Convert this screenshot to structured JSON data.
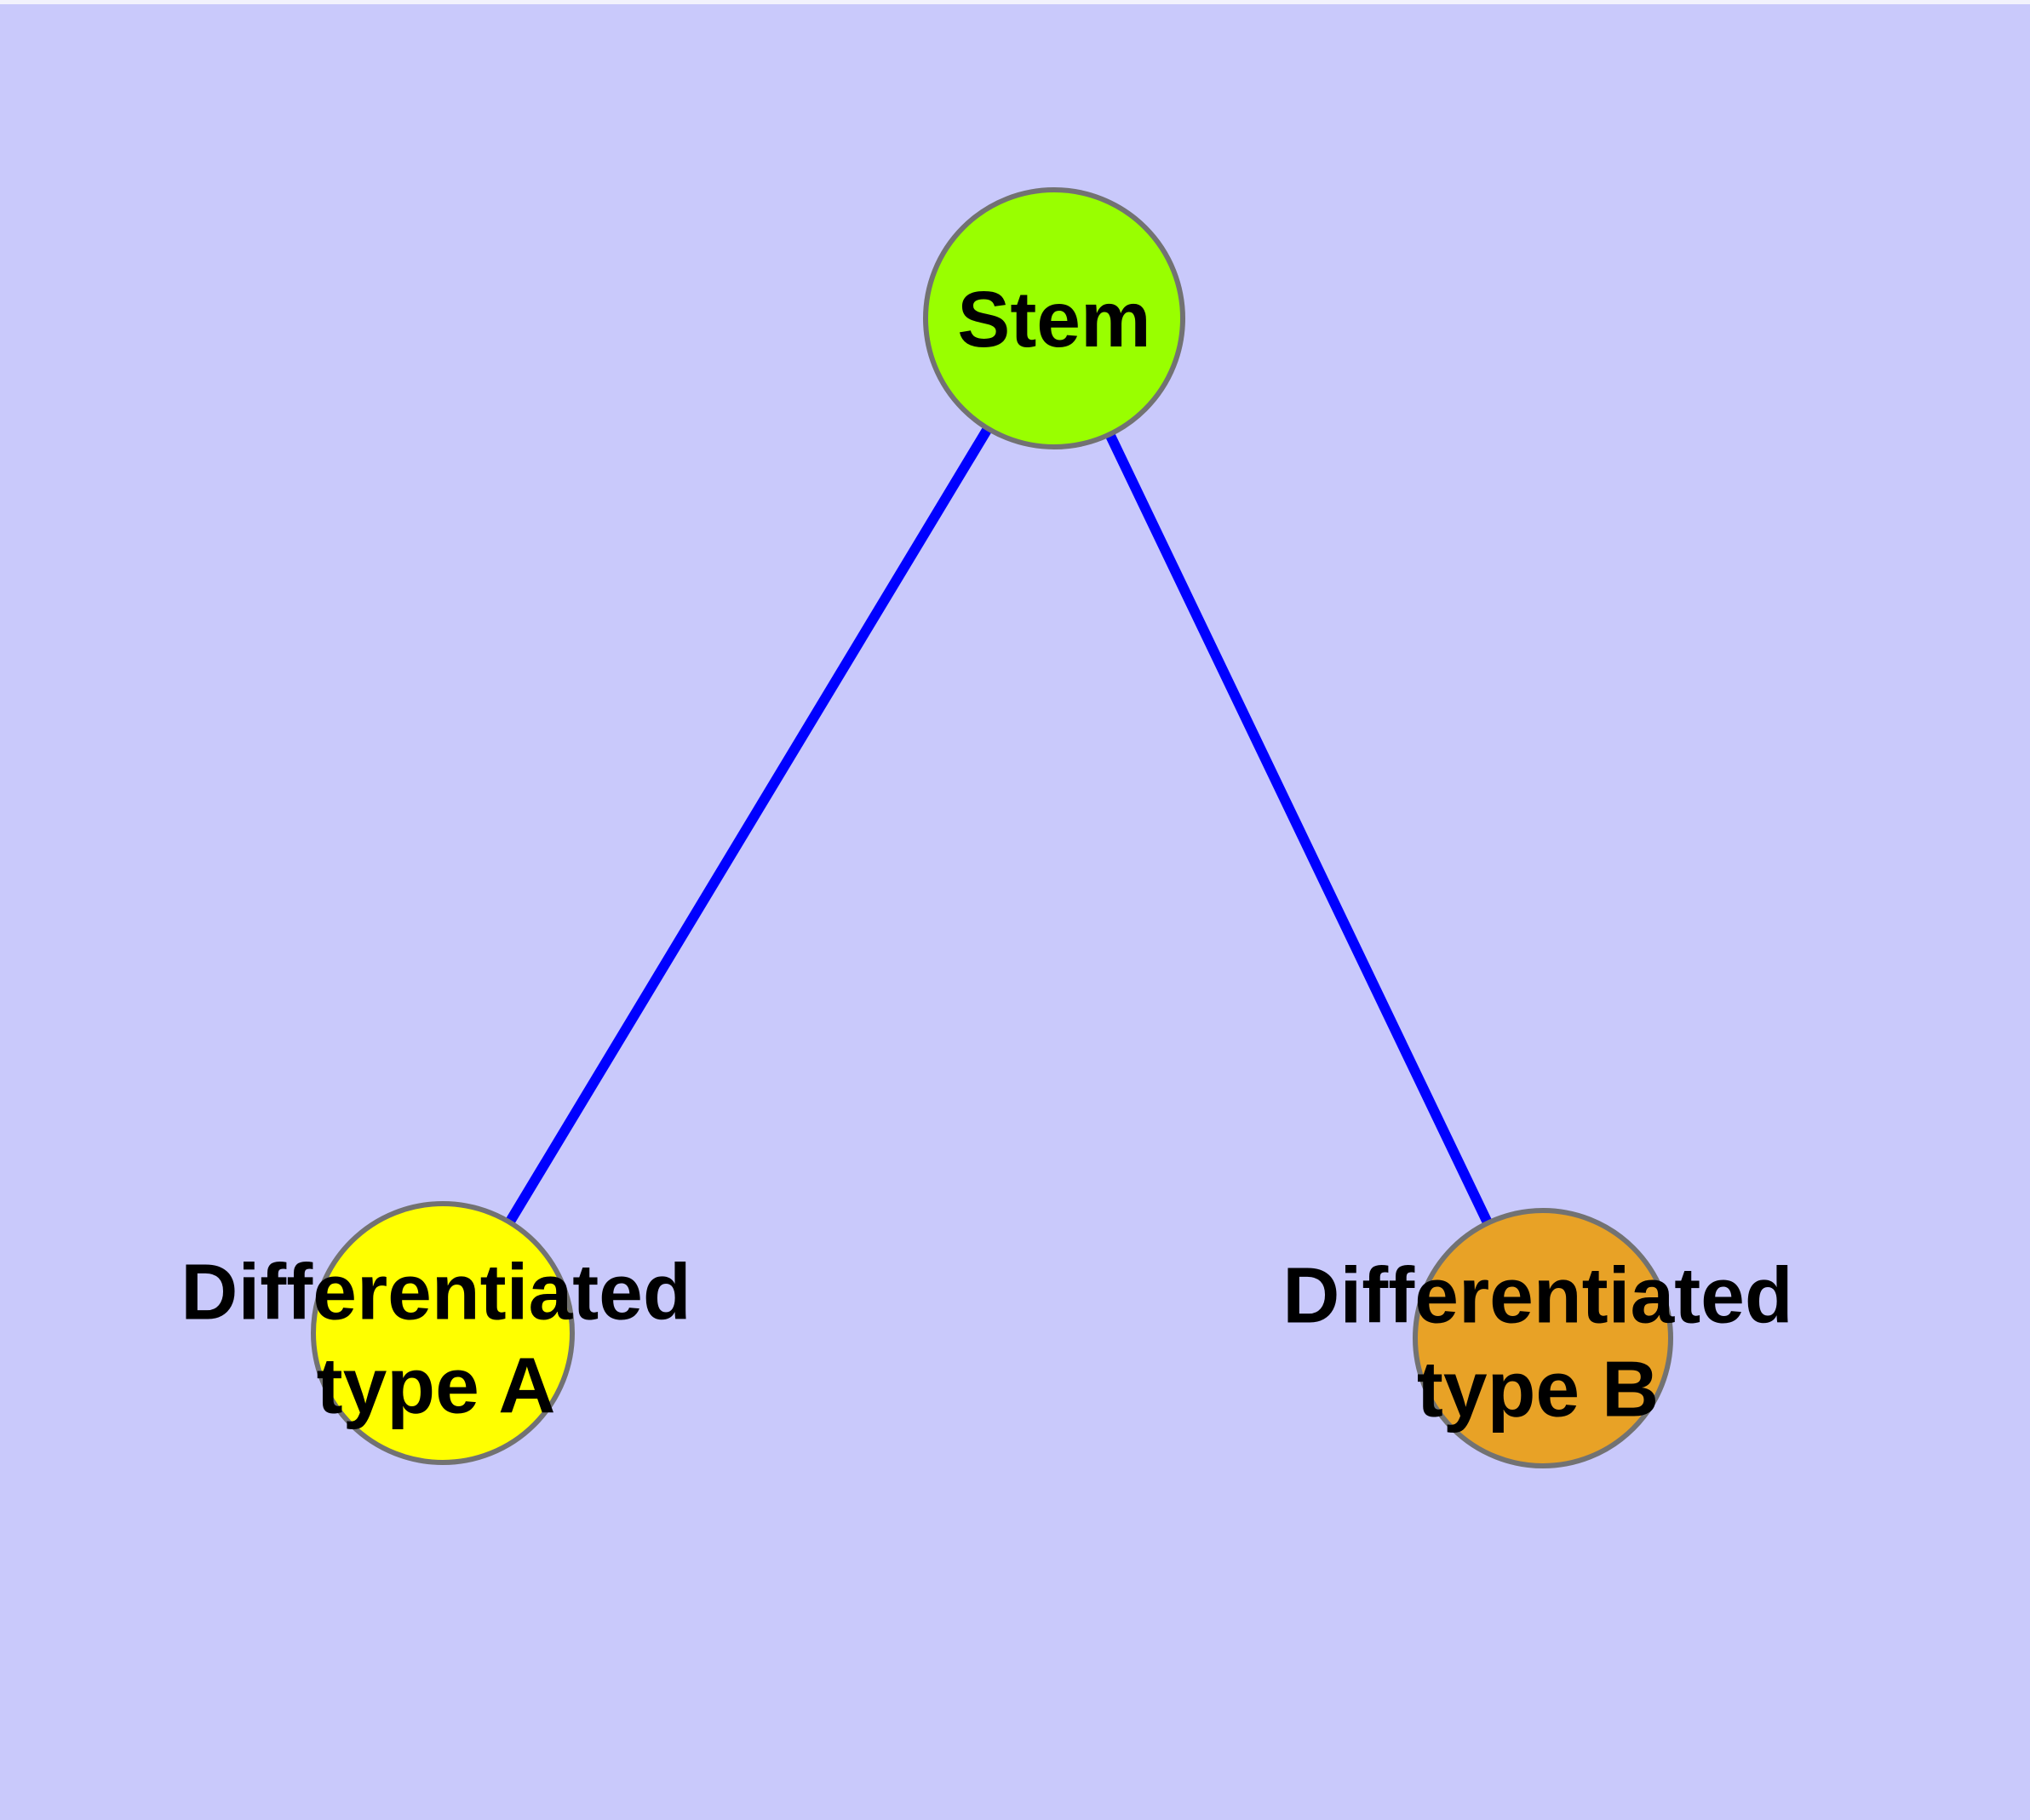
{
  "diagram": {
    "type": "node-link-graph",
    "background_color": "#C9C9FB",
    "edge_color": "#0000FF",
    "node_border_color": "#727272",
    "label_color": "#000000",
    "nodes": {
      "stem": {
        "label": "Stem",
        "fill": "#99FF00"
      },
      "type_a": {
        "label_line1": "Differentiated",
        "label_line2": "type A",
        "fill": "#FFFF00"
      },
      "type_b": {
        "label_line1": "Differentiated",
        "label_line2": "type B",
        "fill": "#E8A226"
      }
    },
    "edges": [
      {
        "from": "Stem",
        "to": "Differentiated type A"
      },
      {
        "from": "Stem",
        "to": "Differentiated type B"
      }
    ]
  }
}
